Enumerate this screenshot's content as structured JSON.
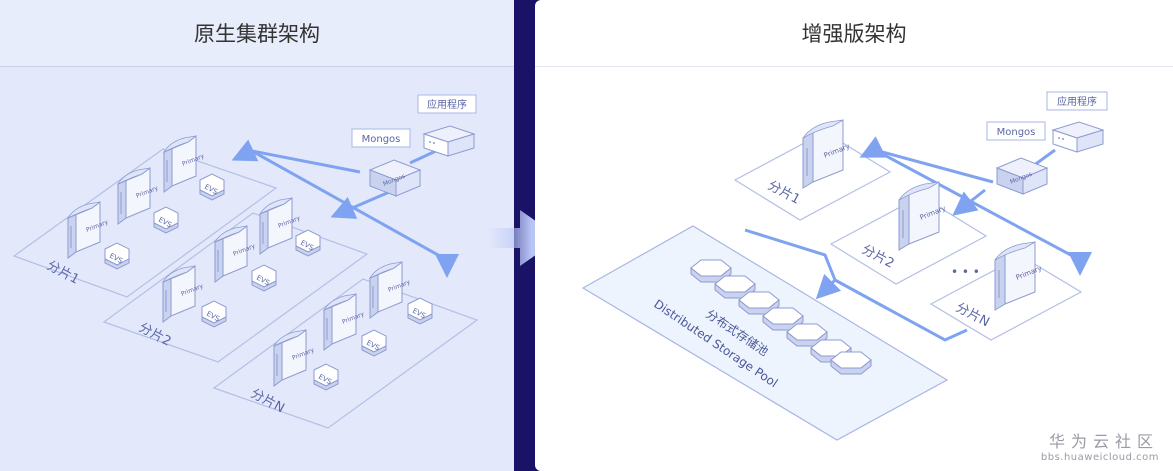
{
  "left": {
    "title": "原生集群架构",
    "app_label": "应用程序",
    "mongos_label": "Mongos",
    "mongos_box_text": "Mongos",
    "server_text": "Primary",
    "evs_text": "EVS",
    "shards": [
      "分片1",
      "分片2",
      "分片N"
    ]
  },
  "right": {
    "title": "增强版架构",
    "app_label": "应用程序",
    "mongos_label": "Mongos",
    "mongos_box_text": "Mongos",
    "server_text": "Primary",
    "shards": [
      "分片1",
      "分片2",
      "分片N"
    ],
    "ellipsis": "• • •",
    "pool_cn": "分布式存储池",
    "pool_en": "Distributed Storage Pool"
  },
  "watermark": {
    "main": "华为云社区",
    "url": "bbs.huaweicloud.com"
  },
  "colors": {
    "left_bg": "#e3e9fb",
    "right_bg": "#ffffff",
    "divider": "#1a1266",
    "arrow": "#7fa3f0",
    "outline": "#a9b6e6",
    "label": "#5a66a6"
  }
}
